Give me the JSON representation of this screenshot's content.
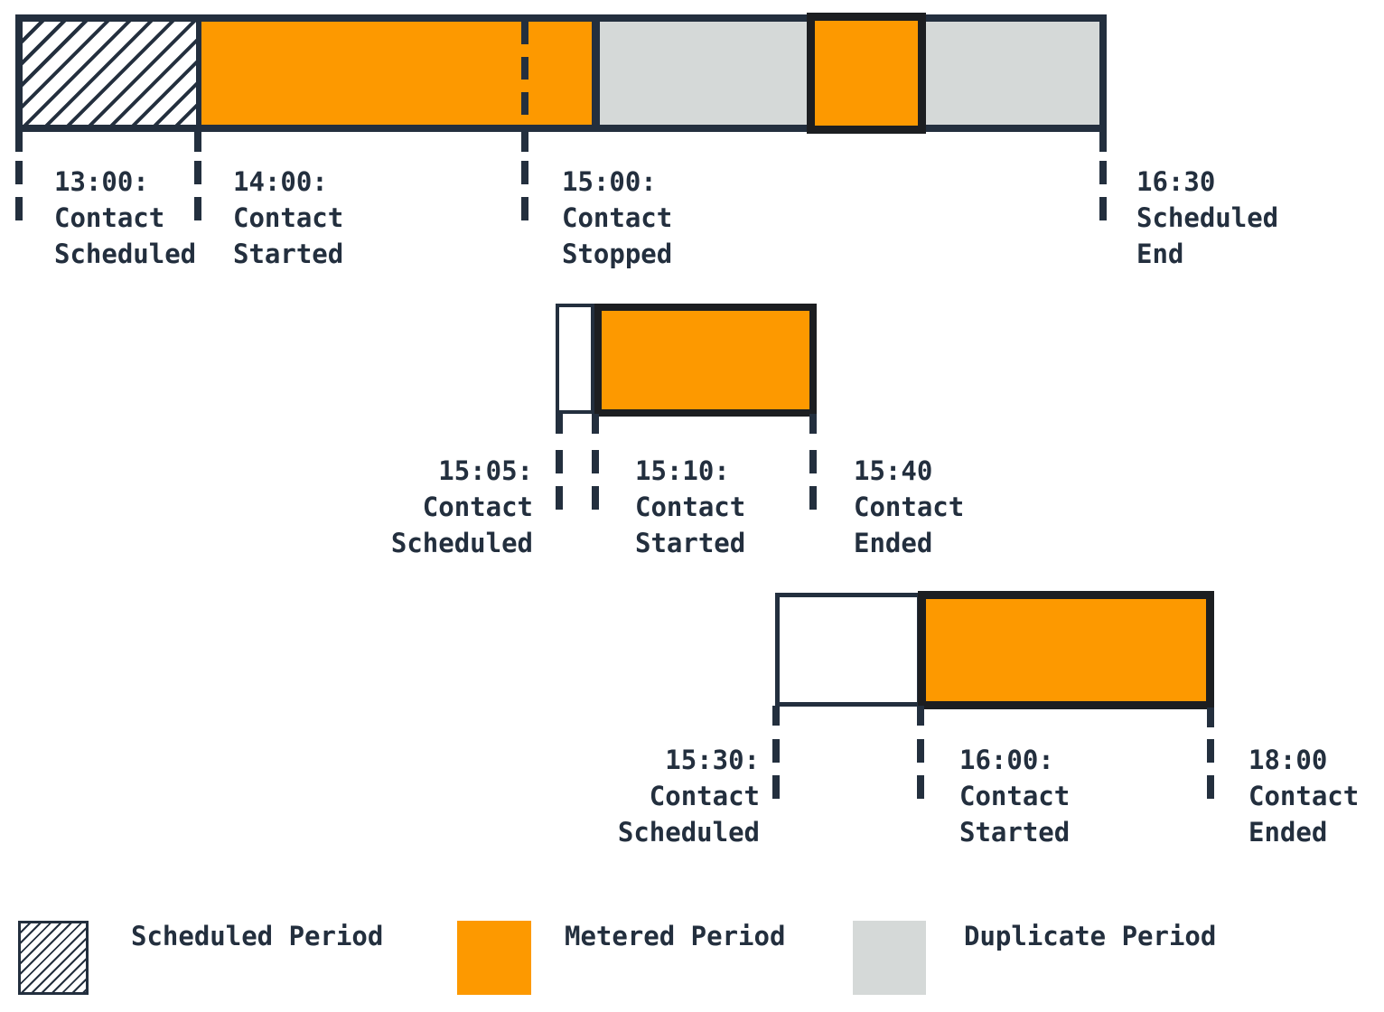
{
  "colors": {
    "outline_navy": "#232f3e",
    "outline_black": "#1c1e21",
    "metered_orange": "#fd9900",
    "duplicate_gray": "#d5d9d8",
    "background": "#ffffff"
  },
  "timelines": [
    {
      "id": "contact-1",
      "events": [
        {
          "label": "13:00:\nContact\nScheduled"
        },
        {
          "label": "14:00:\nContact\nStarted"
        },
        {
          "label": "15:00:\nContact\nStopped"
        },
        {
          "label": "16:30\nScheduled\nEnd"
        }
      ]
    },
    {
      "id": "contact-2",
      "events": [
        {
          "label": "15:05:\nContact\nScheduled"
        },
        {
          "label": "15:10:\nContact\nStarted"
        },
        {
          "label": "15:40\nContact\nEnded"
        }
      ]
    },
    {
      "id": "contact-3",
      "events": [
        {
          "label": "15:30:\nContact\nScheduled"
        },
        {
          "label": "16:00:\nContact\nStarted"
        },
        {
          "label": "18:00\nContact\nEnded"
        }
      ]
    }
  ],
  "legend": {
    "items": [
      {
        "label": "Scheduled Period",
        "swatch": "hatched"
      },
      {
        "label": "Metered Period",
        "swatch": "orange"
      },
      {
        "label": "Duplicate Period",
        "swatch": "gray"
      }
    ]
  }
}
